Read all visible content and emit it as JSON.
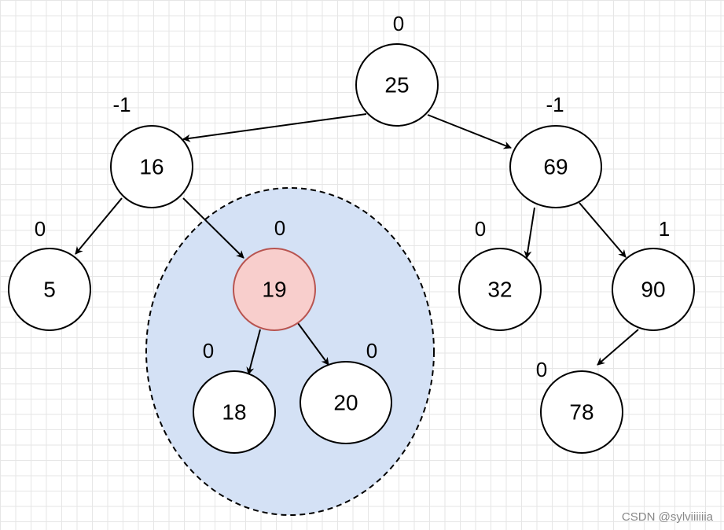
{
  "diagram": {
    "nodes": [
      {
        "id": "n25",
        "label": "25",
        "balance": "0",
        "highlight": false
      },
      {
        "id": "n16",
        "label": "16",
        "balance": "-1",
        "highlight": false
      },
      {
        "id": "n69",
        "label": "69",
        "balance": "-1",
        "highlight": false
      },
      {
        "id": "n5",
        "label": "5",
        "balance": "0",
        "highlight": false
      },
      {
        "id": "n19",
        "label": "19",
        "balance": "0",
        "highlight": true
      },
      {
        "id": "n32",
        "label": "32",
        "balance": "0",
        "highlight": false
      },
      {
        "id": "n90",
        "label": "90",
        "balance": "1",
        "highlight": false
      },
      {
        "id": "n18",
        "label": "18",
        "balance": "0",
        "highlight": false
      },
      {
        "id": "n20",
        "label": "20",
        "balance": "0",
        "highlight": false
      },
      {
        "id": "n78",
        "label": "78",
        "balance": "0",
        "highlight": false
      }
    ],
    "edges": [
      {
        "from": "25",
        "to": "16"
      },
      {
        "from": "25",
        "to": "69"
      },
      {
        "from": "16",
        "to": "5"
      },
      {
        "from": "16",
        "to": "19"
      },
      {
        "from": "69",
        "to": "32"
      },
      {
        "from": "69",
        "to": "90"
      },
      {
        "from": "19",
        "to": "18"
      },
      {
        "from": "19",
        "to": "20"
      },
      {
        "from": "90",
        "to": "78"
      }
    ],
    "colors": {
      "highlight_fill": "#f8cecc",
      "highlight_stroke": "#b85450",
      "subtree_fill": "#d4e1f5",
      "node_fill": "#ffffff",
      "stroke": "#000000"
    }
  },
  "watermark": "CSDN @sylviiiiiia"
}
